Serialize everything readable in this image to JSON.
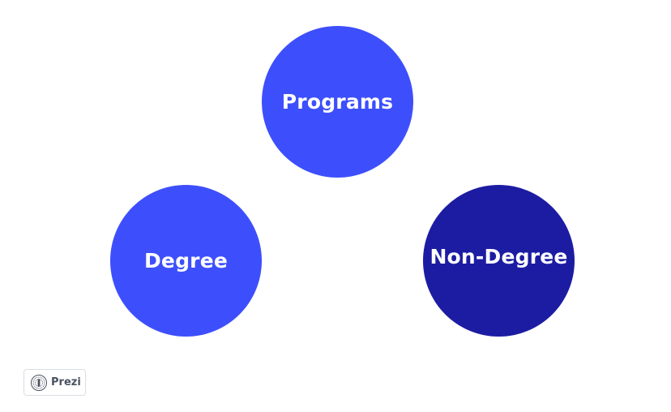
{
  "diagram": {
    "nodes": [
      {
        "id": "programs",
        "label": "Programs",
        "color": "#3d4ffc"
      },
      {
        "id": "degree",
        "label": "Degree",
        "color": "#3d4ffc"
      },
      {
        "id": "non_degree",
        "label": "Non-Degree",
        "color": "#1c1ca3"
      }
    ]
  },
  "branding": {
    "prezi_label": "Prezi",
    "icon": "prezi-logo-icon"
  }
}
